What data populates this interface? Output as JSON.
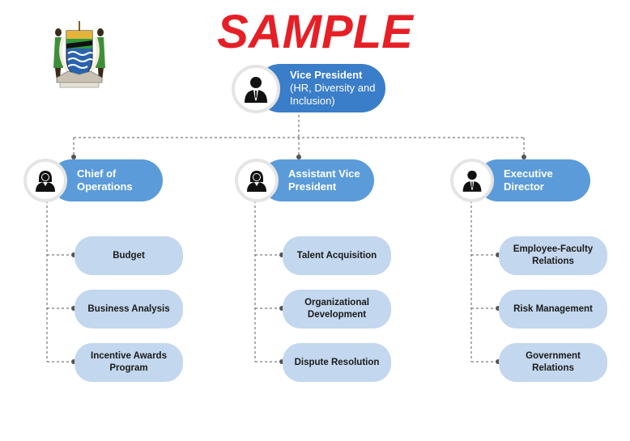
{
  "watermark": "SAMPLE",
  "emblem": {
    "name": "coat-of-arms"
  },
  "top": {
    "title": "Vice President",
    "subtitle": "(HR, Diversity and Inclusion)",
    "icon": "person-male-icon"
  },
  "branches": [
    {
      "title": "Chief of Operations",
      "icon": "person-female-icon",
      "children": [
        "Budget",
        "Business Analysis",
        "Incentive Awards Program"
      ]
    },
    {
      "title": "Assistant Vice President",
      "icon": "person-female-icon",
      "children": [
        "Talent Acquisition",
        "Organizational Development",
        "Dispute Resolution"
      ]
    },
    {
      "title": "Executive Director",
      "icon": "person-male-icon",
      "children": [
        "Employee-Faculty Relations",
        "Risk Management",
        "Government Relations"
      ]
    }
  ],
  "colors": {
    "top_node": "#3a7dc9",
    "branch_node": "#5b9bd9",
    "leaf_node": "#c3d7ee",
    "watermark": "#e61f26",
    "connector": "#595959"
  }
}
